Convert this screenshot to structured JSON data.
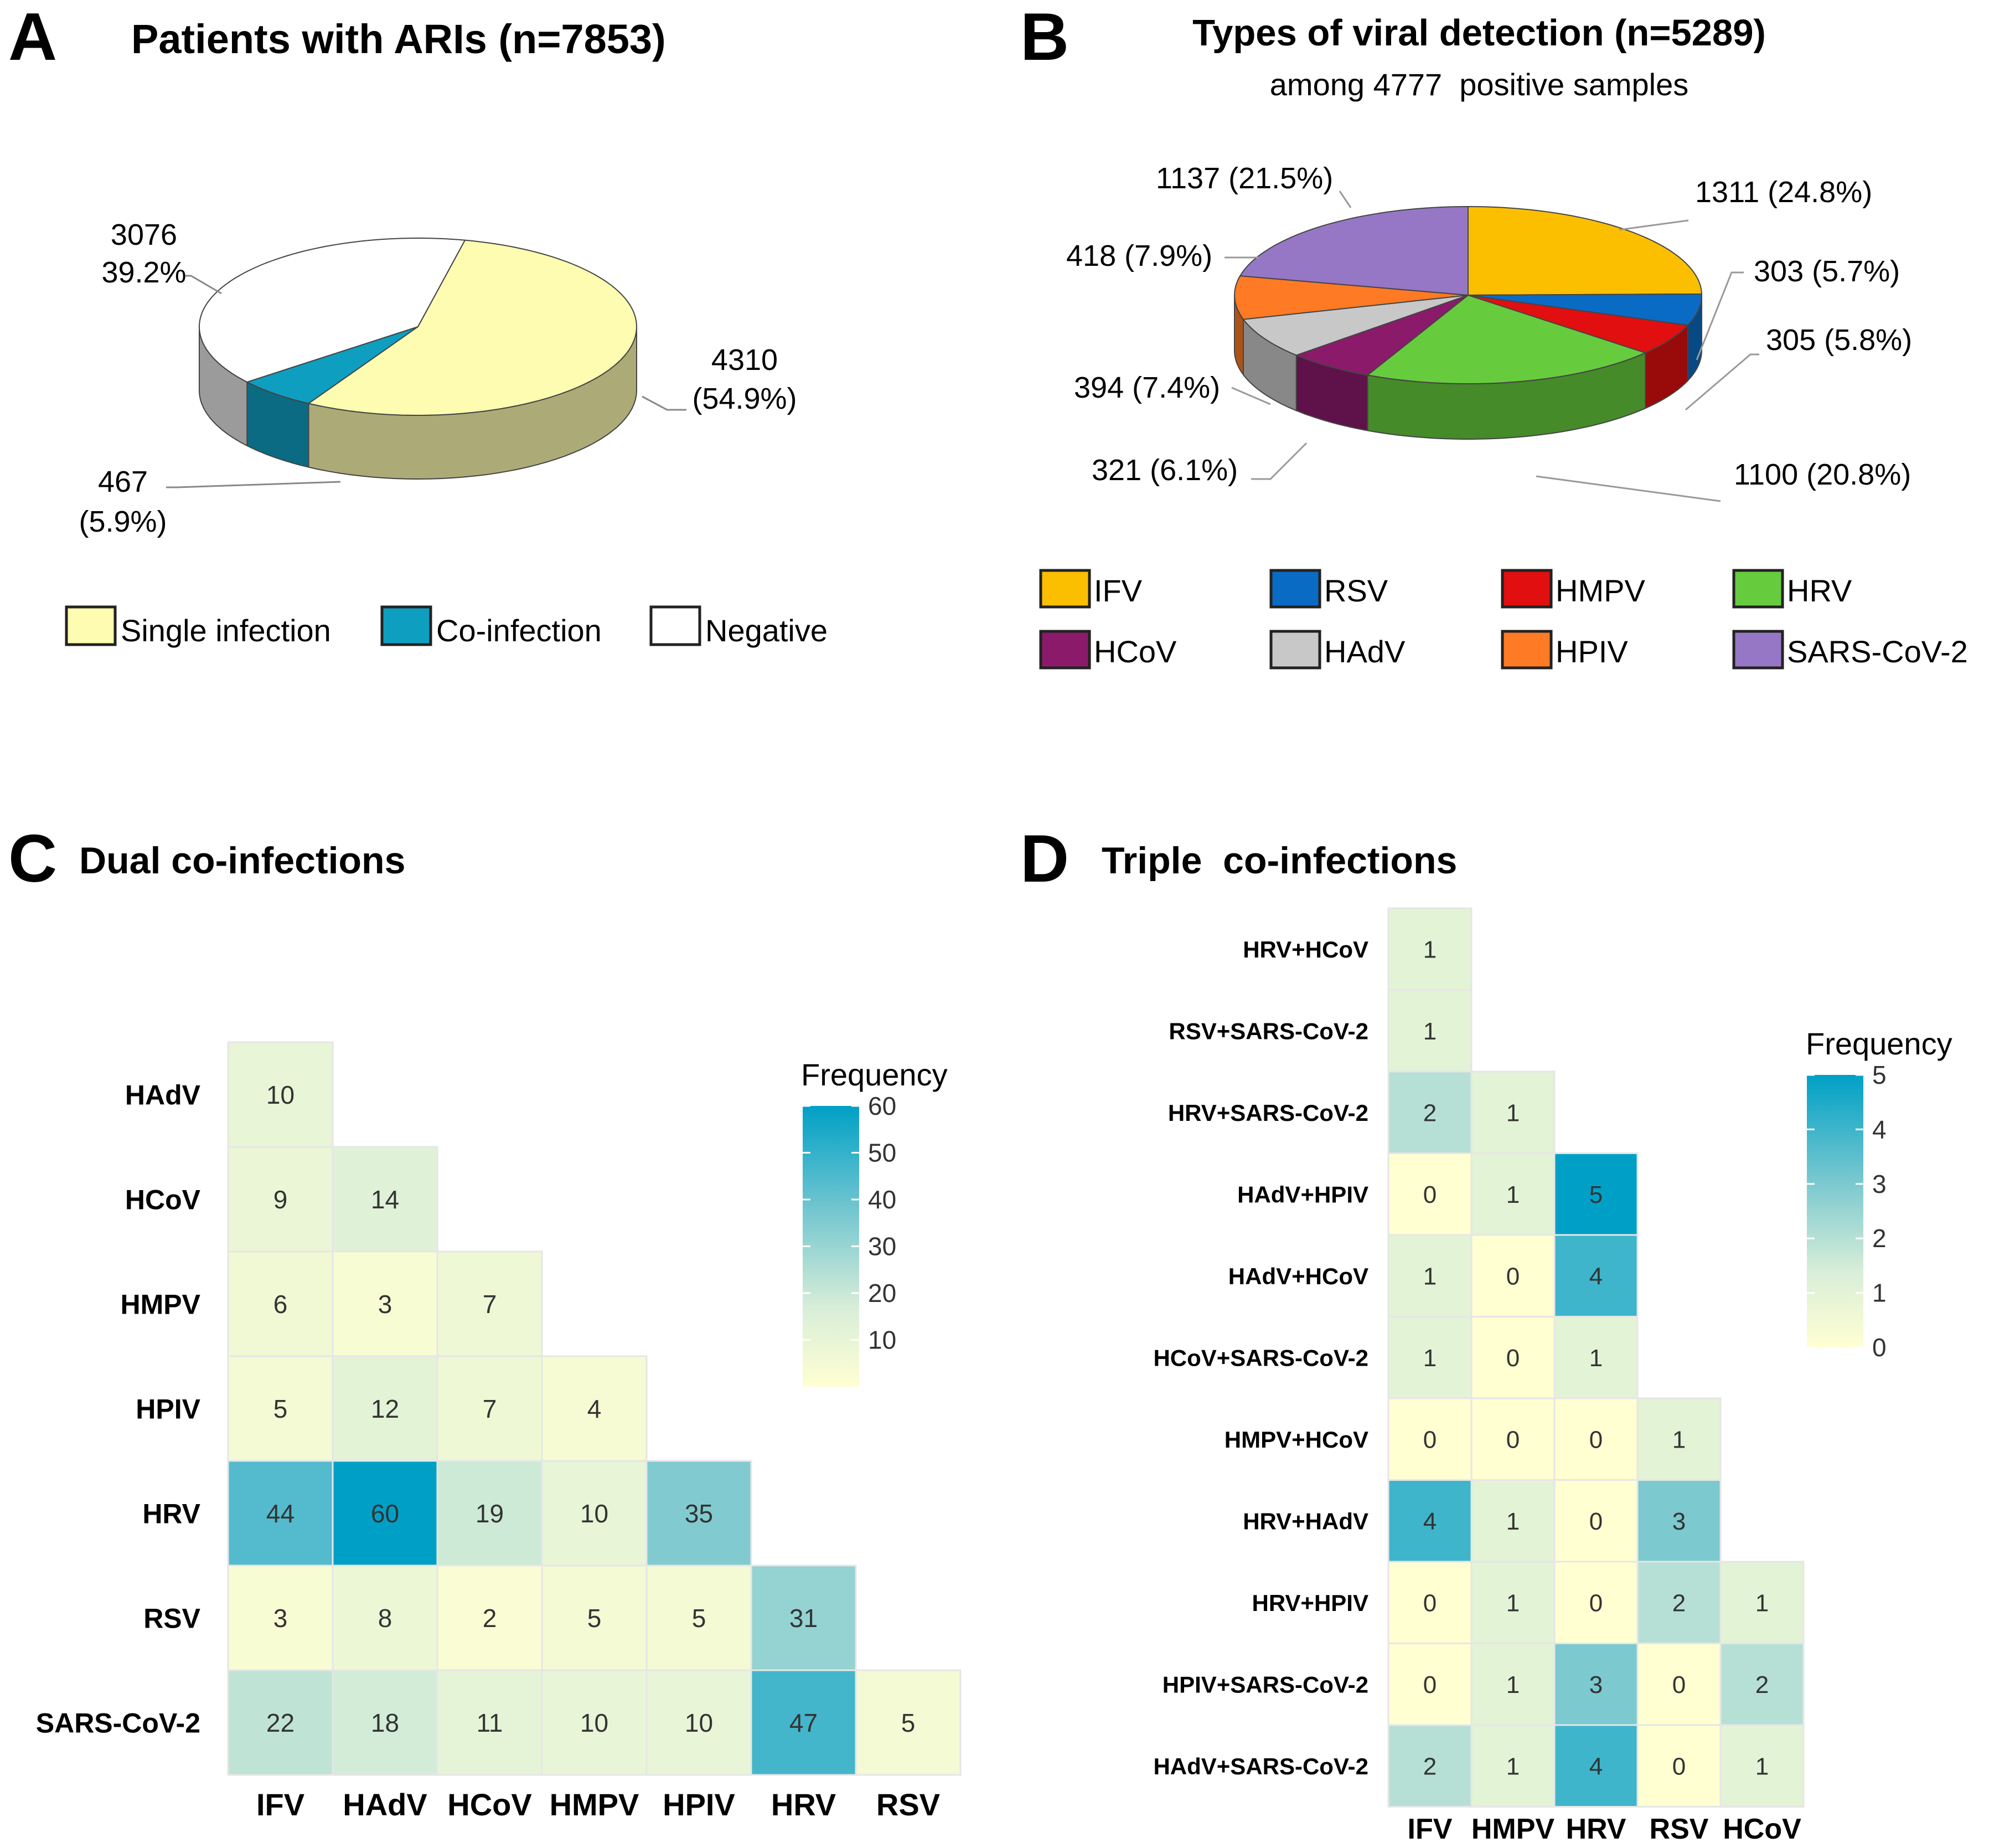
{
  "chart_data": [
    {
      "panel": "A",
      "type": "pie",
      "title": "Patients with ARIs (n=7853)",
      "slices": [
        {
          "name": "Single infection",
          "value": 4310,
          "label_count": "4310",
          "label_pct": "(54.9%)",
          "color": "#fdfcb0"
        },
        {
          "name": "Co-infection",
          "value": 467,
          "label_count": "467",
          "label_pct": "(5.9%)",
          "color": "#0e9ec0"
        },
        {
          "name": "Negative",
          "value": 3076,
          "label_count": "3076",
          "label_pct": "39.2%",
          "color": "#ffffff"
        }
      ],
      "legend": [
        "Single infection",
        "Co-infection",
        "Negative"
      ],
      "legend_position": "bottom"
    },
    {
      "panel": "B",
      "type": "pie",
      "title": "Types of viral detection (n=5289)",
      "subtitle": "among 4777  positive samples",
      "slices": [
        {
          "name": "IFV",
          "value": 1311,
          "label": "1311 (24.8%)",
          "color": "#fcbf00"
        },
        {
          "name": "RSV",
          "value": 303,
          "label": "303 (5.7%)",
          "color": "#0a6bc4"
        },
        {
          "name": "HMPV",
          "value": 305,
          "label": "305 (5.8%)",
          "color": "#e10f0f"
        },
        {
          "name": "HRV",
          "value": 1100,
          "label": "1100 (20.8%)",
          "color": "#66cc3d"
        },
        {
          "name": "HCoV",
          "value": 321,
          "label": "321 (6.1%)",
          "color": "#8b1a6b"
        },
        {
          "name": "HAdV",
          "value": 394,
          "label": "394 (7.4%)",
          "color": "#c8c8c8"
        },
        {
          "name": "HPIV",
          "value": 418,
          "label": "418 (7.9%)",
          "color": "#ff7a24"
        },
        {
          "name": "SARS-CoV-2",
          "value": 1137,
          "label": "1137 (21.5%)",
          "color": "#9577c6"
        }
      ],
      "legend": [
        "IFV",
        "RSV",
        "HMPV",
        "HRV",
        "HCoV",
        "HAdV",
        "HPIV",
        "SARS-CoV-2"
      ],
      "legend_position": "bottom"
    },
    {
      "panel": "C",
      "type": "heatmap",
      "title": "Dual co-infections",
      "x": [
        "IFV",
        "HAdV",
        "HCoV",
        "HMPV",
        "HPIV",
        "HRV",
        "RSV"
      ],
      "y": [
        "HAdV",
        "HCoV",
        "HMPV",
        "HPIV",
        "HRV",
        "RSV",
        "SARS-CoV-2"
      ],
      "values": [
        [
          10,
          null,
          null,
          null,
          null,
          null,
          null
        ],
        [
          9,
          14,
          null,
          null,
          null,
          null,
          null
        ],
        [
          6,
          3,
          7,
          null,
          null,
          null,
          null
        ],
        [
          5,
          12,
          7,
          4,
          null,
          null,
          null
        ],
        [
          44,
          60,
          19,
          10,
          35,
          null,
          null
        ],
        [
          3,
          8,
          2,
          5,
          5,
          31,
          null
        ],
        [
          22,
          18,
          11,
          10,
          10,
          47,
          5
        ]
      ],
      "colorbar": {
        "title": "Frequency",
        "min": 0,
        "max": 60,
        "ticks": [
          10,
          20,
          30,
          40,
          50,
          60
        ]
      }
    },
    {
      "panel": "D",
      "type": "heatmap",
      "title": "Triple  co-infections",
      "x": [
        "IFV",
        "HMPV",
        "HRV",
        "RSV",
        "HCoV"
      ],
      "y": [
        "HRV+HCoV",
        "RSV+SARS-CoV-2",
        "HRV+SARS-CoV-2",
        "HAdV+HPIV",
        "HAdV+HCoV",
        "HCoV+SARS-CoV-2",
        "HMPV+HCoV",
        "HRV+HAdV",
        "HRV+HPIV",
        "HPIV+SARS-CoV-2",
        "HAdV+SARS-CoV-2"
      ],
      "values": [
        [
          1,
          null,
          null,
          null,
          null
        ],
        [
          1,
          null,
          null,
          null,
          null
        ],
        [
          2,
          1,
          null,
          null,
          null
        ],
        [
          0,
          1,
          5,
          null,
          null
        ],
        [
          1,
          0,
          4,
          null,
          null
        ],
        [
          1,
          0,
          1,
          null,
          null
        ],
        [
          0,
          0,
          0,
          1,
          null
        ],
        [
          4,
          1,
          0,
          3,
          null
        ],
        [
          0,
          1,
          0,
          2,
          1
        ],
        [
          0,
          1,
          3,
          0,
          2
        ],
        [
          2,
          1,
          4,
          0,
          1
        ]
      ],
      "colorbar": {
        "title": "Frequency",
        "min": 0,
        "max": 5,
        "ticks": [
          0,
          1,
          2,
          3,
          4,
          5
        ]
      }
    }
  ]
}
